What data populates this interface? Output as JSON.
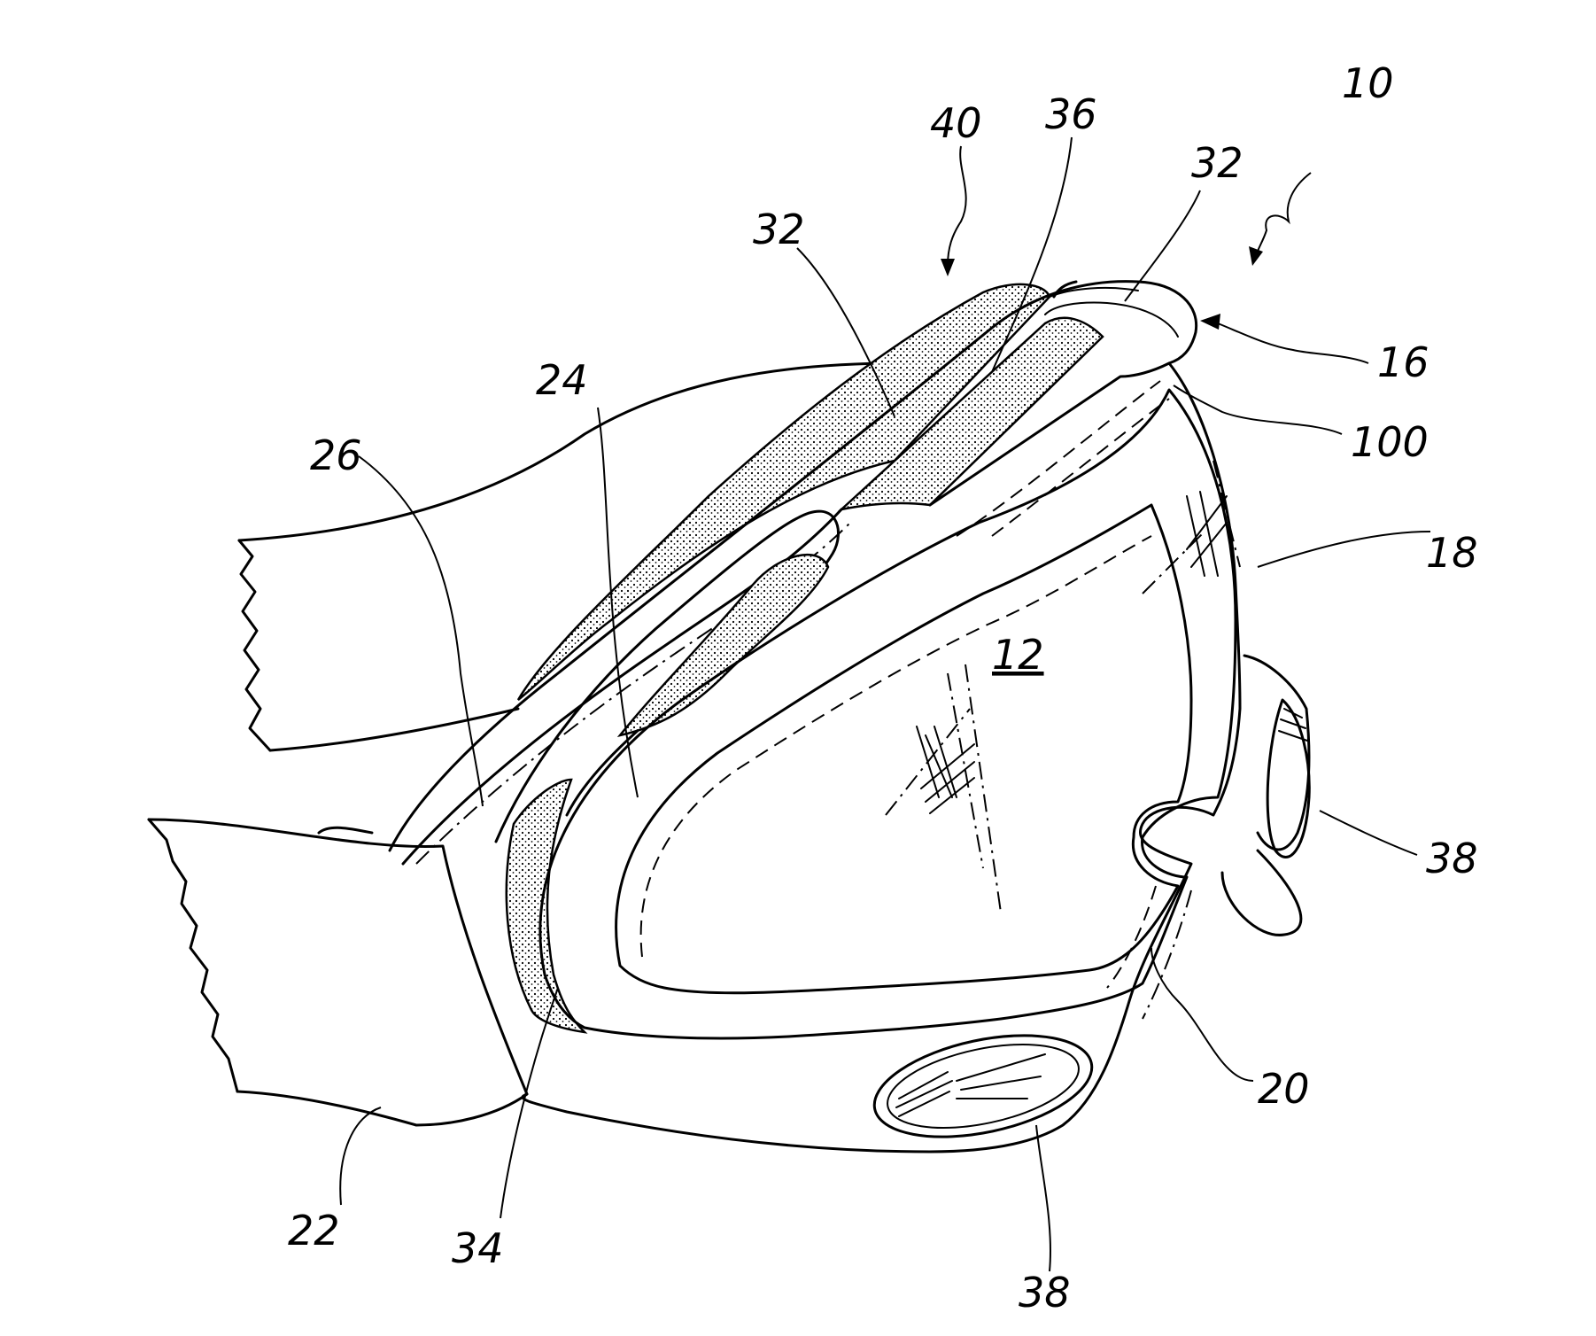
{
  "labels": {
    "l10": "10",
    "l40": "40",
    "l36": "36",
    "l32a": "32",
    "l32b": "32",
    "l16": "16",
    "l100": "100",
    "l24": "24",
    "l26": "26",
    "l18": "18",
    "l12": "12",
    "l38a": "38",
    "l38b": "38",
    "l20": "20",
    "l22": "22",
    "l34": "34"
  }
}
